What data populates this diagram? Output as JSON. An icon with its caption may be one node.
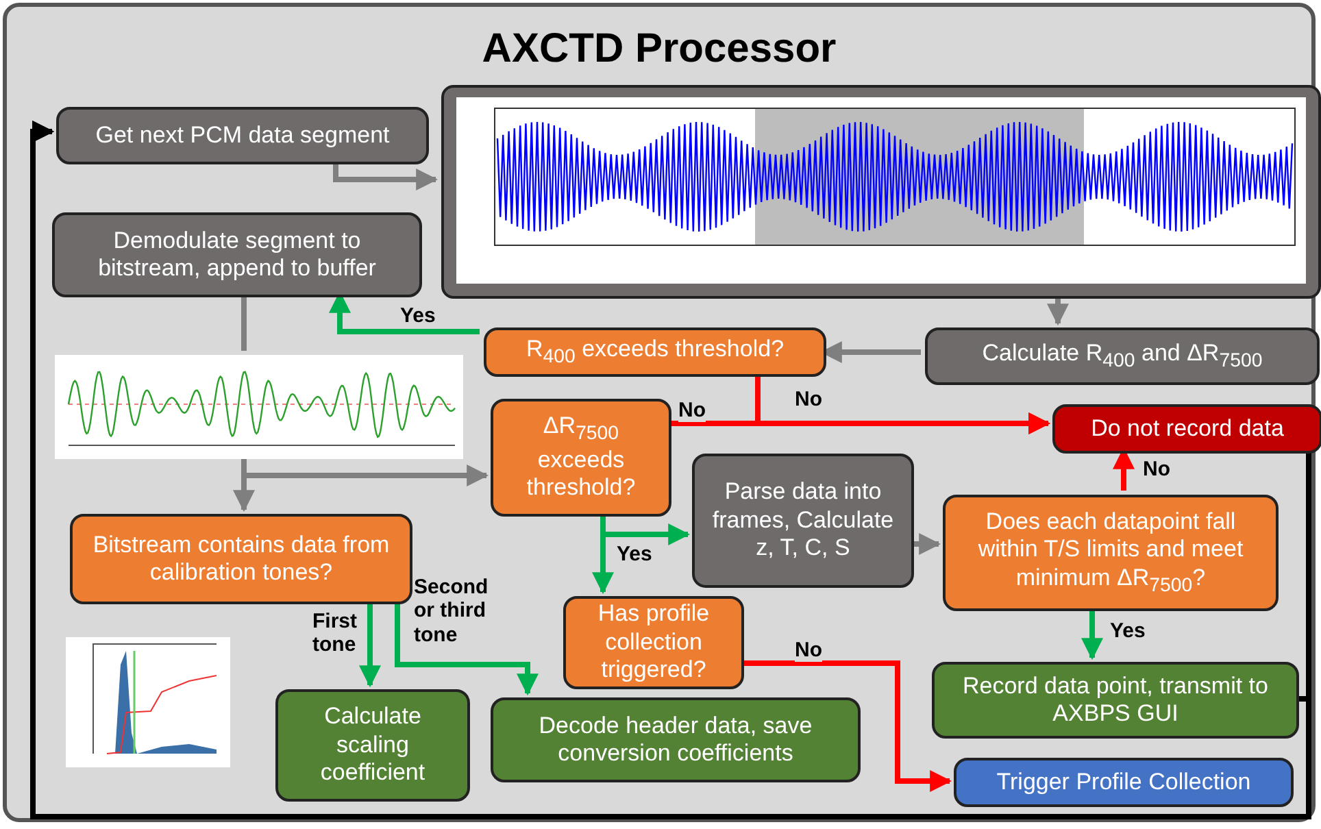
{
  "diagram": {
    "nodes": [
      {
        "text": [
          "AXCTD Processor"
        ]
      },
      {
        "text": [
          "Get next PCM data segment"
        ],
        "in": 0
      },
      {
        "text": [],
        "shape": "picture",
        "in": 0
      },
      {
        "text": [
          "Demodulate segment to bitstream, append to buffer"
        ],
        "in": 0
      },
      {
        "text": [
          "R$_{400}$ exceeds threshold?"
        ],
        "in": 0
      },
      {
        "text": [
          "Calculate R$_{400}$ and ΔR$_{7500}$"
        ],
        "in": 0
      },
      {
        "text": [],
        "shape": "picture",
        "in": 0
      },
      {
        "text": [
          "ΔR$_{7500}$ exceeds threshold?"
        ],
        "in": 0
      },
      {
        "text": [
          "Do not record data"
        ],
        "in": 0
      },
      {
        "text": [
          "Parse data into frames, Calculate z, T, C, S"
        ],
        "in": 0
      },
      {
        "text": [
          "Does each datapoint fall within T/S limits and meet minimum ΔR$_{7500}$?"
        ],
        "in": 0
      },
      {
        "text": [
          "Bitstream contains data from calibration tones?"
        ],
        "in": 0
      },
      {
        "text": [
          "Has profile collection triggered?"
        ],
        "in": 0
      },
      {
        "text": [
          "Record data point, transmit to AXBPS GUI"
        ],
        "in": 0
      },
      {
        "text": [
          "Calculate scaling coefficient"
        ],
        "in": 0
      },
      {
        "text": [
          "Decode header data, save conversion coefficients"
        ],
        "in": 0
      },
      {
        "text": [
          "Trigger Profile Collection"
        ],
        "in": 0
      }
    ],
    "edges": [
      {
        "from": 1,
        "to": 2,
        "arrow": "to"
      },
      {
        "from": 2,
        "to": 5,
        "arrow": "to"
      },
      {
        "from": 5,
        "to": 4,
        "arrow": "to"
      },
      {
        "from": 4,
        "to": 3,
        "arrow": "to",
        "label": "Yes",
        "color": "#00b050"
      },
      {
        "from": 4,
        "to": 8,
        "arrow": "to",
        "label": "No",
        "color": "#ff0000"
      },
      {
        "from": 3,
        "to": 6,
        "arrow": "none"
      },
      {
        "from": 6,
        "to": 7,
        "arrow": "to"
      },
      {
        "from": 6,
        "to": 11,
        "arrow": "to"
      },
      {
        "from": 7,
        "to": 8,
        "arrow": "to",
        "label": "No",
        "color": "#ff0000"
      },
      {
        "from": 7,
        "to": 9,
        "arrow": "to",
        "color": "#00b050"
      },
      {
        "from": 7,
        "to": 12,
        "arrow": "to",
        "label": "Yes",
        "color": "#00b050"
      },
      {
        "from": 9,
        "to": 10,
        "arrow": "to"
      },
      {
        "from": 10,
        "to": 8,
        "arrow": "to",
        "label": "No",
        "color": "#ff0000"
      },
      {
        "from": 10,
        "to": 13,
        "arrow": "to",
        "label": "Yes",
        "color": "#00b050"
      },
      {
        "from": 11,
        "to": 14,
        "arrow": "to",
        "label": "First tone",
        "color": "#00b050"
      },
      {
        "from": 11,
        "to": 15,
        "arrow": "to",
        "label": "Second or third tone",
        "color": "#00b050"
      },
      {
        "from": 12,
        "to": 16,
        "arrow": "to",
        "label": "No",
        "color": "#ff0000"
      },
      {
        "from": 13,
        "to": 1,
        "arrow": "to",
        "color": "#000000"
      },
      {
        "from": 8,
        "to": 1,
        "arrow": "to",
        "color": "#000000"
      }
    ]
  }
}
